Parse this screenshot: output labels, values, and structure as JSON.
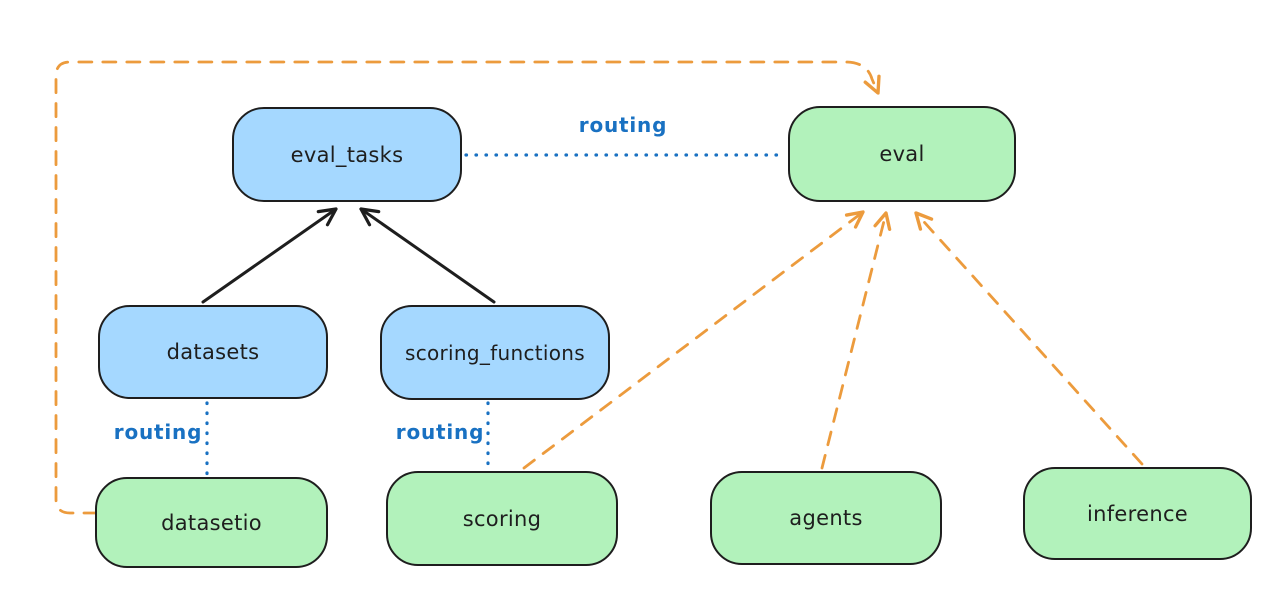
{
  "diagram_type": "architecture-routing-diagram",
  "nodes": {
    "eval_tasks": {
      "label": "eval_tasks",
      "kind": "api",
      "fill": "#a5d8ff"
    },
    "eval": {
      "label": "eval",
      "kind": "provider",
      "fill": "#b2f2bb"
    },
    "datasets": {
      "label": "datasets",
      "kind": "api",
      "fill": "#a5d8ff"
    },
    "scoring_functions": {
      "label": "scoring_functions",
      "kind": "api",
      "fill": "#a5d8ff"
    },
    "datasetio": {
      "label": "datasetio",
      "kind": "provider",
      "fill": "#b2f2bb"
    },
    "scoring": {
      "label": "scoring",
      "kind": "provider",
      "fill": "#b2f2bb"
    },
    "agents": {
      "label": "agents",
      "kind": "provider",
      "fill": "#b2f2bb"
    },
    "inference": {
      "label": "inference",
      "kind": "provider",
      "fill": "#b2f2bb"
    }
  },
  "edge_labels": {
    "eval_tasks_eval": "routing",
    "datasets_datasetio": "routing",
    "scoring_functions_scoring": "routing"
  },
  "edges": [
    {
      "from": "datasets",
      "to": "eval_tasks",
      "style": "solid",
      "color": "#1e1e1e",
      "arrow": "end"
    },
    {
      "from": "scoring_functions",
      "to": "eval_tasks",
      "style": "solid",
      "color": "#1e1e1e",
      "arrow": "end"
    },
    {
      "from": "eval_tasks",
      "to": "eval",
      "style": "dotted",
      "color": "#1971c2",
      "arrow": "none",
      "label": "routing"
    },
    {
      "from": "datasets",
      "to": "datasetio",
      "style": "dotted",
      "color": "#1971c2",
      "arrow": "none",
      "label": "routing"
    },
    {
      "from": "scoring_functions",
      "to": "scoring",
      "style": "dotted",
      "color": "#1971c2",
      "arrow": "none",
      "label": "routing"
    },
    {
      "from": "datasetio",
      "to": "eval",
      "style": "dashed",
      "color": "#ec9b3d",
      "arrow": "end"
    },
    {
      "from": "scoring",
      "to": "eval",
      "style": "dashed",
      "color": "#ec9b3d",
      "arrow": "end"
    },
    {
      "from": "agents",
      "to": "eval",
      "style": "dashed",
      "color": "#ec9b3d",
      "arrow": "end"
    },
    {
      "from": "inference",
      "to": "eval",
      "style": "dashed",
      "color": "#ec9b3d",
      "arrow": "end"
    }
  ],
  "colors": {
    "api_fill": "#a5d8ff",
    "provider_fill": "#b2f2bb",
    "node_stroke": "#1e1e1e",
    "routing_line": "#1971c2",
    "dashed_arrow": "#ec9b3d",
    "solid_arrow": "#1e1e1e",
    "background": "#ffffff"
  }
}
